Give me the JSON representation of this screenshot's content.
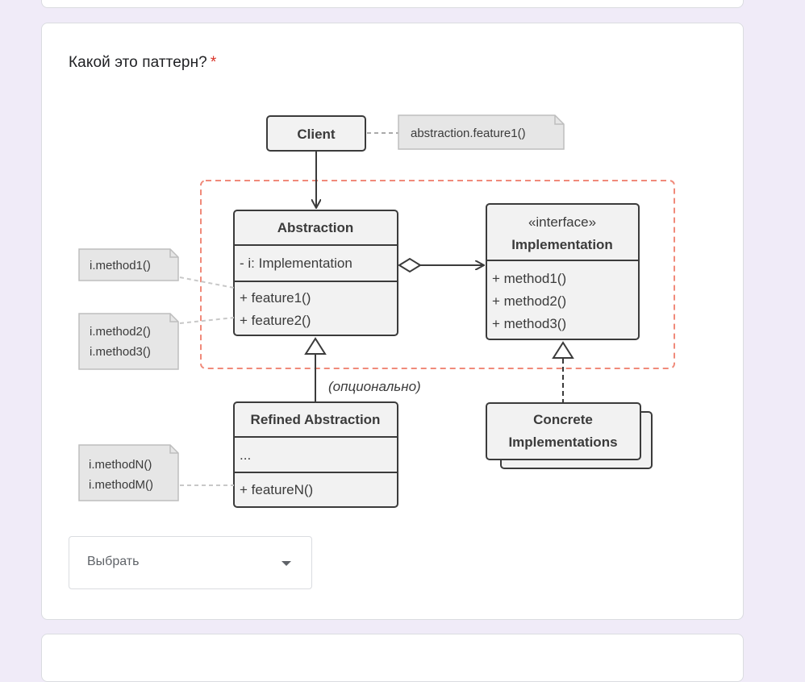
{
  "question": {
    "title": "Какой это паттерн?",
    "required_mark": "*"
  },
  "diagram": {
    "client": {
      "title": "Client"
    },
    "client_note": "abstraction.feature1()",
    "abstraction": {
      "title": "Abstraction",
      "field": "- i: Implementation",
      "methods": [
        "+ feature1()",
        "+ feature2()"
      ]
    },
    "implementation": {
      "stereotype": "«interface»",
      "title": "Implementation",
      "methods": [
        "+ method1()",
        "+ method2()",
        "+ method3()"
      ]
    },
    "refined": {
      "title": "Refined Abstraction",
      "field": "...",
      "method": "+ featureN()"
    },
    "concrete": {
      "title_lines": [
        "Concrete",
        "Implementations"
      ]
    },
    "optional_label": "(опционально)",
    "notes": {
      "note1": [
        "i.method1()"
      ],
      "note2": [
        "i.method2()",
        "i.method3()"
      ],
      "note3": [
        "i.methodN()",
        "i.methodM()"
      ]
    },
    "colors": {
      "box_fill": "#f2f2f2",
      "box_stroke": "#3b3b3b",
      "note_fill": "#e6e6e6",
      "dashed_region": "#f08a7a"
    }
  },
  "dropdown": {
    "label": "Выбрать",
    "icon": "chevron-down-icon"
  }
}
